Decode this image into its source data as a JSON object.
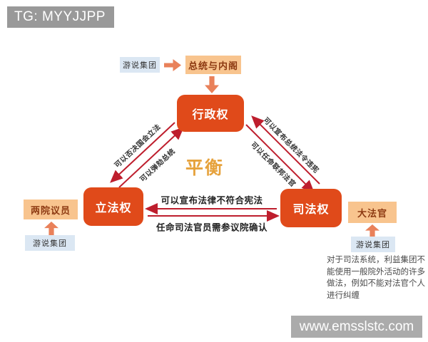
{
  "watermarks": {
    "top": "TG: MYYJJPP",
    "bottom": "www.emsslstc.com"
  },
  "title_center": "平衡",
  "nodes": {
    "executive": "行政权",
    "legislative": "立法权",
    "judicial": "司法权",
    "president_cabinet": "总统与内阁",
    "house_members": "两院议员",
    "chief_justice": "大法官",
    "lobby_group_top": "游说集团",
    "lobby_group_left": "游说集团",
    "lobby_group_right": "游说集团"
  },
  "edges": {
    "executive_to_legislative": "可以否决国会立法",
    "legislative_to_executive": "可以弹劾总统",
    "judicial_to_executive": "可以宣布总统法令违宪",
    "executive_to_judicial": "可以任命联邦法官",
    "judicial_to_legislative": "可以宣布法律不符合宪法",
    "legislative_to_judicial": "任命司法官员需参议院确认"
  },
  "note": "对于司法系统，利益集团不能使用一般院外活动的许多做法，例如不能对法官个人进行纠缠",
  "colors": {
    "power_box": "#e04a1a",
    "role_box": "#f8c48e",
    "lobby_box": "#dbe7f3",
    "block_arrow": "#e9815a",
    "thin_arrow": "#be1e2d",
    "balance_text": "#e6a23c",
    "watermark_bg": "#a5a5a5"
  }
}
